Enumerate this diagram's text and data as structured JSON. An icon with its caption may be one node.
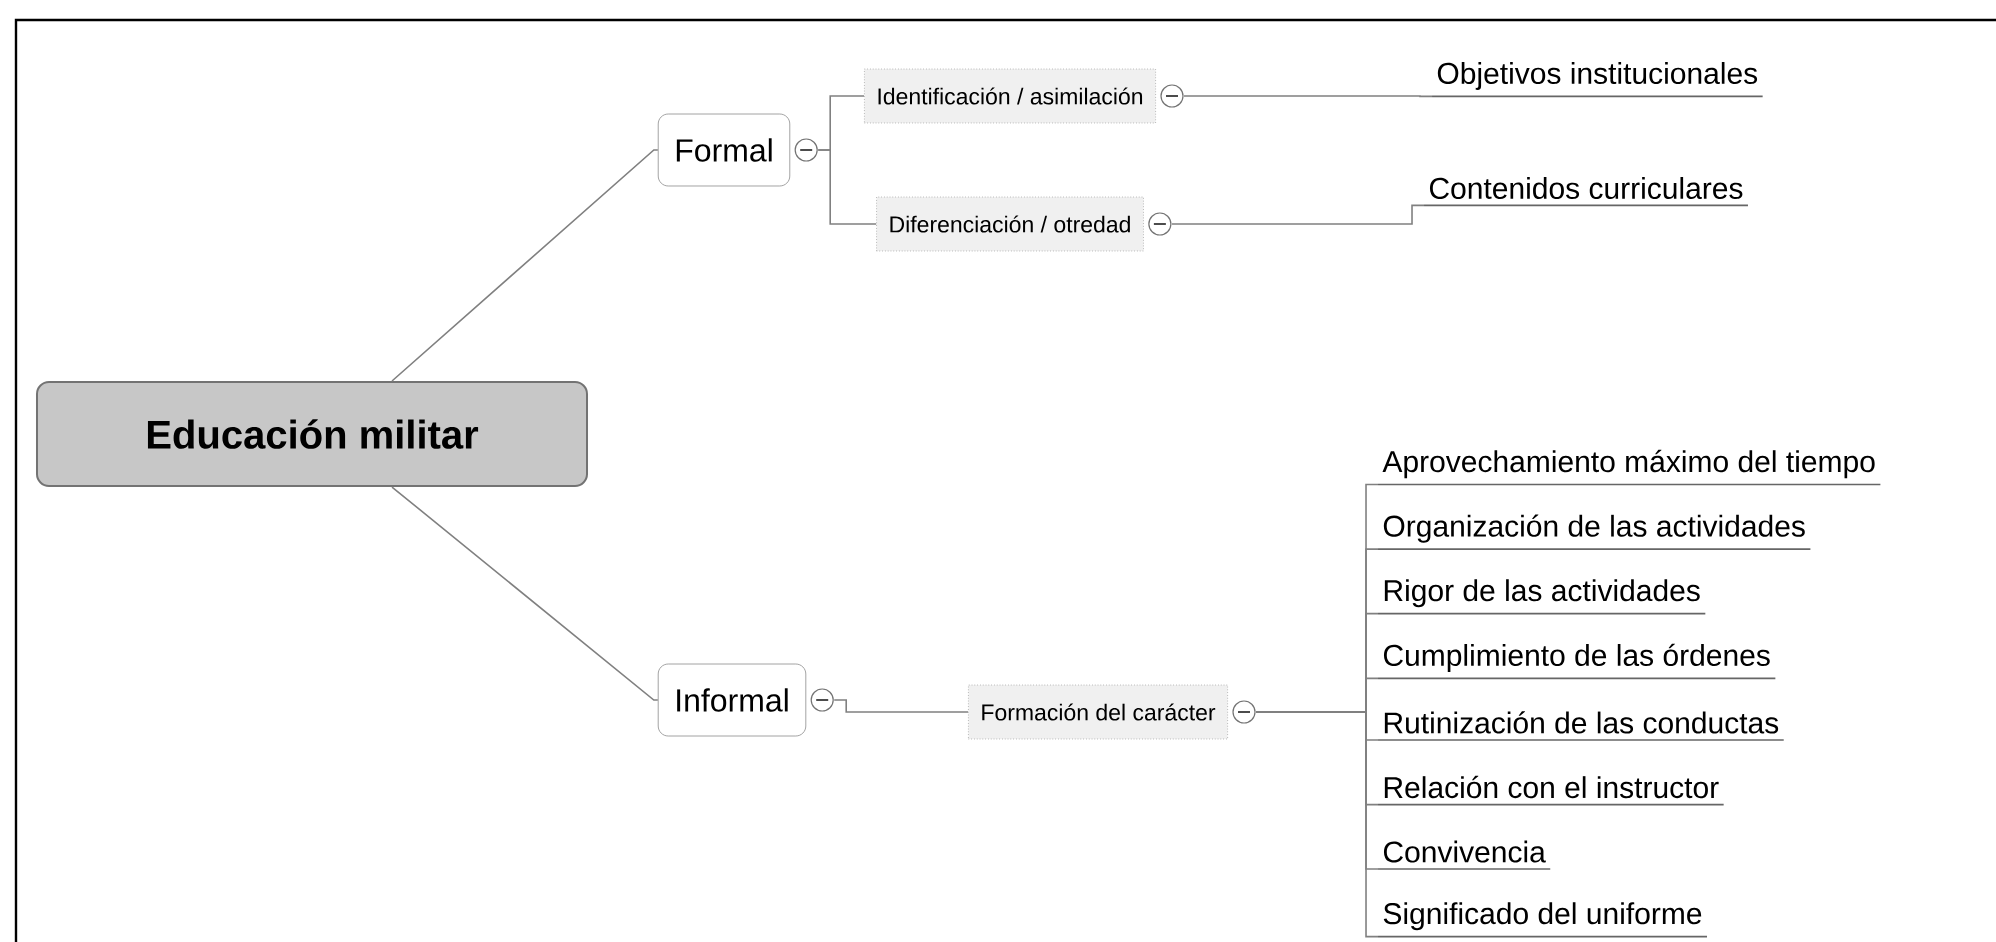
{
  "diagram": {
    "nodes": [
      {
        "text": [
          "Educación militar"
        ]
      },
      {
        "text": [
          "Formal"
        ]
      },
      {
        "text": [
          "Identificación / asimilación"
        ]
      },
      {
        "text": [
          "Diferenciación / otredad"
        ]
      },
      {
        "text": [
          "Objetivos institucionales"
        ]
      },
      {
        "text": [
          "Contenidos curriculares"
        ]
      },
      {
        "text": [
          "Informal"
        ]
      },
      {
        "text": [
          "Formación del carácter"
        ]
      },
      {
        "text": [
          "Aprovechamiento máximo del tiempo"
        ]
      },
      {
        "text": [
          "Organización de las actividades"
        ]
      },
      {
        "text": [
          "Rigor de las actividades"
        ]
      },
      {
        "text": [
          "Cumplimiento de las órdenes"
        ]
      },
      {
        "text": [
          "Rutinización de las conductas"
        ]
      },
      {
        "text": [
          "Relación con el instructor"
        ]
      },
      {
        "text": [
          "Convivencia"
        ]
      },
      {
        "text": [
          "Significado del uniforme"
        ]
      }
    ],
    "edges": [
      {
        "from": 0,
        "to": 1,
        "arrow": "none"
      },
      {
        "from": 1,
        "to": 2,
        "arrow": "none"
      },
      {
        "from": 1,
        "to": 3,
        "arrow": "none"
      },
      {
        "from": 2,
        "to": 4,
        "arrow": "none"
      },
      {
        "from": 3,
        "to": 5,
        "arrow": "none"
      },
      {
        "from": 0,
        "to": 6,
        "arrow": "none"
      },
      {
        "from": 6,
        "to": 7,
        "arrow": "none"
      },
      {
        "from": 7,
        "to": 8,
        "arrow": "none"
      },
      {
        "from": 7,
        "to": 9,
        "arrow": "none"
      },
      {
        "from": 7,
        "to": 10,
        "arrow": "none"
      },
      {
        "from": 7,
        "to": 11,
        "arrow": "none"
      },
      {
        "from": 7,
        "to": 12,
        "arrow": "none"
      },
      {
        "from": 7,
        "to": 13,
        "arrow": "none"
      },
      {
        "from": 7,
        "to": 14,
        "arrow": "none"
      },
      {
        "from": 7,
        "to": 15,
        "arrow": "none"
      }
    ]
  }
}
